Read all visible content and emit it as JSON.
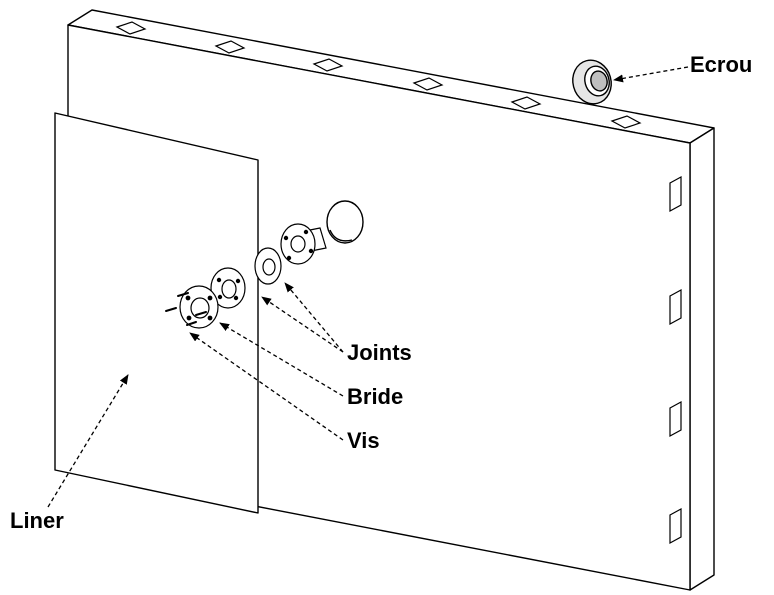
{
  "labels": {
    "ecrou": "Ecrou",
    "joints": "Joints",
    "bride": "Bride",
    "vis": "Vis",
    "liner": "Liner"
  },
  "colors": {
    "stroke": "#000000",
    "face": "#ffffff",
    "shade": "#d0d0d0",
    "dark": "#555555"
  }
}
